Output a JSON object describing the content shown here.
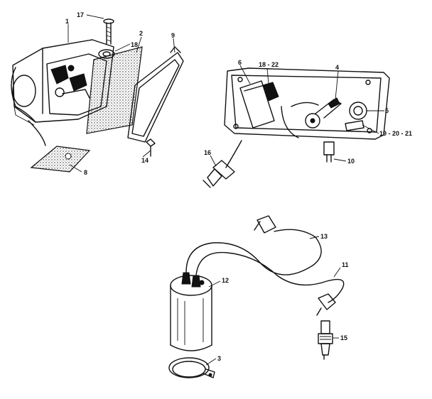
{
  "callouts": {
    "c1": "1",
    "c2": "2",
    "c3": "3",
    "c4": "4",
    "c5": "5",
    "c6": "6",
    "c8": "8",
    "c9": "9",
    "c10": "10",
    "c11": "11",
    "c12": "12",
    "c13": "13",
    "c14": "14",
    "c15": "15",
    "c16": "16",
    "c17": "17",
    "c18": "18",
    "c18_22": "18 - 22",
    "c19_21": "19 - 20 - 21"
  }
}
